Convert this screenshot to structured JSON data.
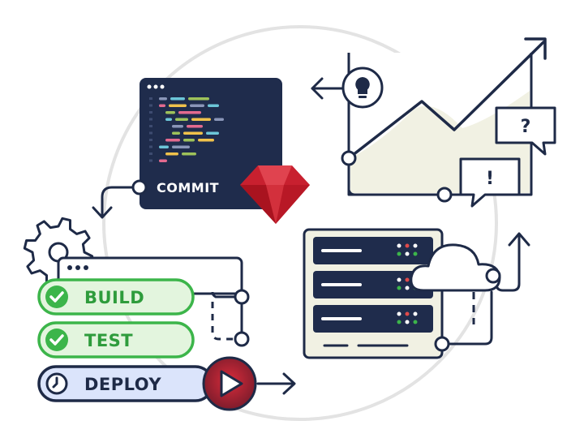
{
  "colors": {
    "navy": "#1e2a47",
    "code_bg": "#1f2c4c",
    "green": "#3cb54a",
    "green_fill": "#e3f5de",
    "deploy_fill": "#dbe4fb",
    "ruby": "#c8202f",
    "cream": "#f1f1e3",
    "circle_bg": "#e5e5e5"
  },
  "commit": {
    "label": "COMMIT"
  },
  "pipeline": {
    "stages": [
      {
        "label": "BUILD",
        "status": "done"
      },
      {
        "label": "TEST",
        "status": "done"
      },
      {
        "label": "DEPLOY",
        "status": "running"
      }
    ]
  },
  "monitoring": {
    "question_mark": "?",
    "exclamation_mark": "!"
  },
  "icons": [
    "code-editor-icon",
    "ruby-gem-icon",
    "gear-icon",
    "check-icon",
    "clock-icon",
    "play-icon",
    "lightbulb-icon",
    "cloud-icon",
    "server-rack-icon",
    "speech-bubble-icon"
  ]
}
